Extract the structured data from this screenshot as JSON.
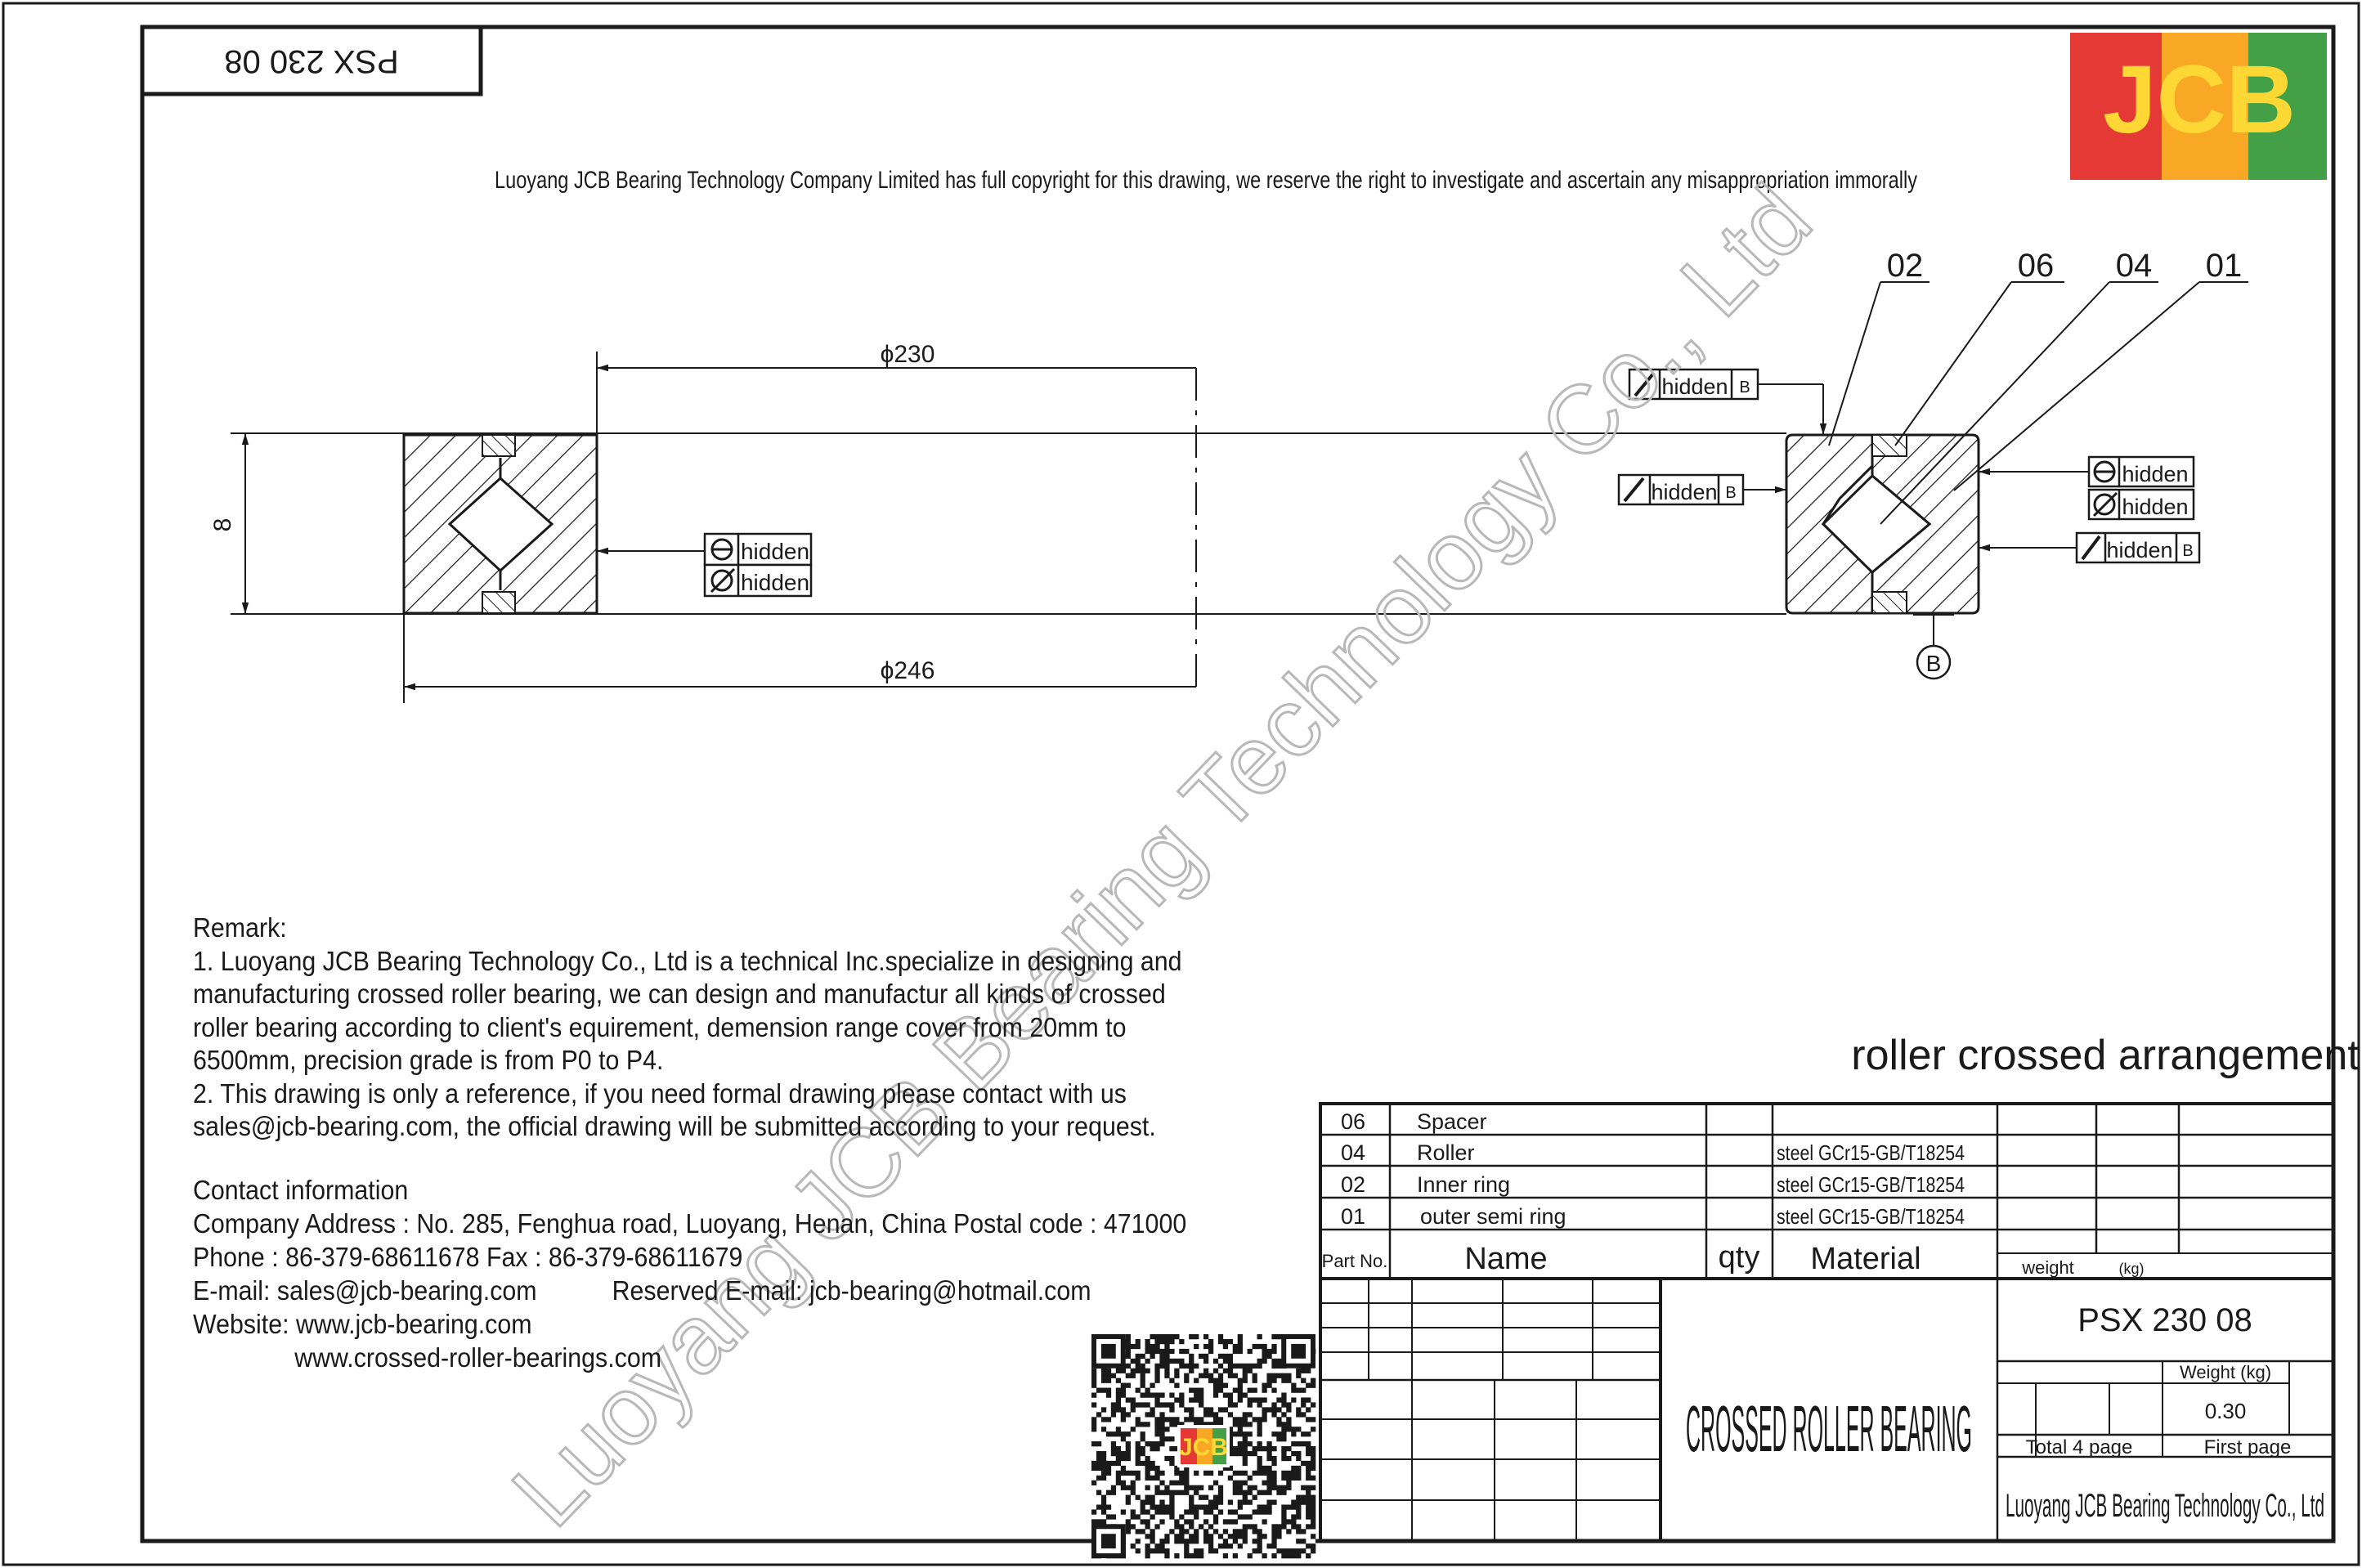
{
  "drawing": {
    "code_mirrored": "PSX 230 08",
    "copyright": "Luoyang JCB Bearing Technology Company Limited has full copyright for this drawing, we reserve the right to investigate and ascertain any misappropriation immorally",
    "watermark": "Luoyang JCB Bearing Technology Co., Ltd",
    "logo_text": "JCB",
    "logo_colors": [
      "#e53935",
      "#f9a825",
      "#43a047"
    ],
    "dimensions": {
      "inner_diameter": "ϕ230",
      "outer_diameter": "ϕ246",
      "height": "8"
    },
    "part_callouts": [
      "02",
      "06",
      "04",
      "01"
    ],
    "datum_label": "B",
    "tolerance_frames": [
      {
        "symbol": "slash",
        "text": "hidden",
        "datum": "B"
      },
      {
        "symbol": "slash",
        "text": "hidden",
        "datum": "B"
      },
      {
        "symbol": "circle-minus",
        "text": "hidden"
      },
      {
        "symbol": "circle-slash",
        "text": "hidden"
      },
      {
        "symbol": "slash",
        "text": "hidden",
        "datum": "B"
      }
    ],
    "left_frames": [
      {
        "symbol": "circle-minus",
        "text": "hidden"
      },
      {
        "symbol": "circle-slash",
        "text": "hidden"
      }
    ],
    "arrangement_caption": "roller crossed arrangement"
  },
  "remark": {
    "heading": "Remark:",
    "lines": [
      "1. Luoyang JCB Bearing Technology Co., Ltd is a technical Inc.specialize in designing and",
      "manufacturing crossed roller bearing, we can design and manufactur all kinds of crossed",
      "roller bearing according to client's equirement, demension range cover from 20mm to",
      "6500mm, precision grade is from P0 to P4.",
      "2. This drawing is only a reference, if you need formal drawing please contact with us",
      "sales@jcb-bearing.com, the official drawing will be submitted according to your request."
    ]
  },
  "contact": {
    "heading": "Contact information",
    "address": "Company Address :  No. 285, Fenghua road, Luoyang, Henan, China  Postal code : 471000",
    "phone": "Phone : 86-379-68611678 Fax : 86-379-68611679",
    "email": "E-mail: sales@jcb-bearing.com",
    "reserved_email": "Reserved E-mail: jcb-bearing@hotmail.com",
    "website_label": "Website: www.jcb-bearing.com",
    "website2": "www.crossed-roller-bearings.com"
  },
  "parts_table": {
    "headers": {
      "part_no": "Part No.",
      "name": "Name",
      "qty": "qty",
      "material": "Material",
      "weight": "weight",
      "kg": "(kg)"
    },
    "rows": [
      {
        "no": "06",
        "name": "Spacer",
        "material": ""
      },
      {
        "no": "04",
        "name": "Roller",
        "material": "steel GCr15-GB/T18254"
      },
      {
        "no": "02",
        "name": "Inner ring",
        "material": "steel GCr15-GB/T18254"
      },
      {
        "no": "01",
        "name": "outer semi ring",
        "material": "steel GCr15-GB/T18254"
      }
    ]
  },
  "title_block": {
    "product": "CROSSED ROLLER BEARING",
    "code": "PSX 230 08",
    "weight_label": "Weight (kg)",
    "weight_value": "0.30",
    "total_pages": "Total 4 page",
    "page": "First page",
    "company": "Luoyang JCB Bearing Technology Co., Ltd"
  }
}
